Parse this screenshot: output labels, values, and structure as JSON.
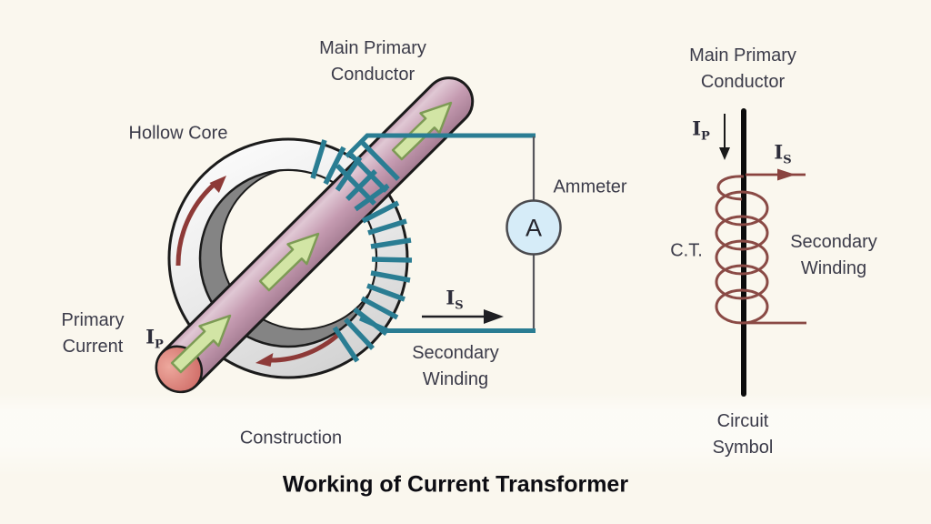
{
  "title": "Working of Current Transformer",
  "colors": {
    "background": "#faf7ee",
    "winding_teal": "#2a7d93",
    "maroon": "#8a433f",
    "flux_red": "#8e3a38",
    "label_text": "#3b3b49",
    "title_text": "#0d0d13",
    "ammeter_fill": "#d6ecf8",
    "conductor_pink": "#c79db3",
    "conductor_end_red": "#cc625e",
    "current_arrow_green": "#d2e5a5",
    "core_gray": "#e6e6e6",
    "core_shadow_gray": "#848484"
  },
  "construction": {
    "caption": "Construction",
    "hollow_core": "Hollow Core",
    "conductor": [
      "Main Primary",
      "Conductor"
    ],
    "primary_current": [
      "Primary",
      "Current"
    ],
    "secondary_winding": [
      "Secondary",
      "Winding"
    ],
    "ammeter": "Ammeter",
    "ammeter_symbol": "A",
    "ip": {
      "base": "I",
      "sub": "P"
    },
    "is": {
      "base": "I",
      "sub": "S"
    }
  },
  "circuit_symbol": {
    "caption": [
      "Circuit",
      "Symbol"
    ],
    "conductor": [
      "Main Primary",
      "Conductor"
    ],
    "ct": "C.T.",
    "secondary_winding": [
      "Secondary",
      "Winding"
    ],
    "ip": {
      "base": "I",
      "sub": "P"
    },
    "is": {
      "base": "I",
      "sub": "S"
    }
  }
}
